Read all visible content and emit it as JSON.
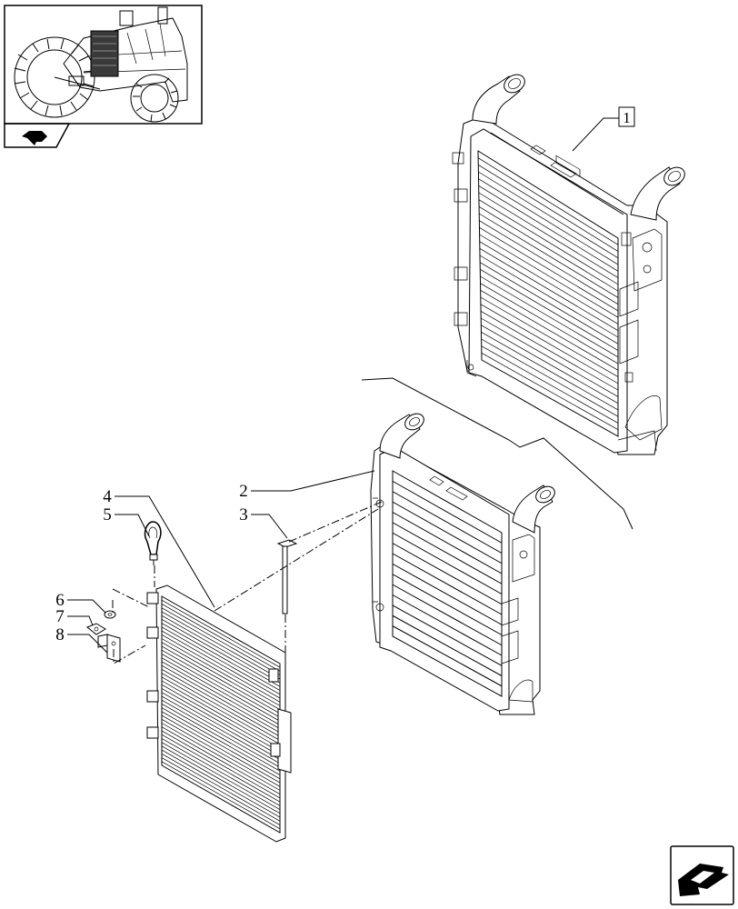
{
  "thumbnail": {
    "icon": "tractor-location-thumbnail"
  },
  "nav": {
    "prev_icon": "back-arrow-icon",
    "next_icon": "forward-arrow-icon"
  },
  "callouts": {
    "c1": "1",
    "c2": "2",
    "c3": "3",
    "c4": "4",
    "c5": "5",
    "c6": "6",
    "c7": "7",
    "c8": "8"
  }
}
